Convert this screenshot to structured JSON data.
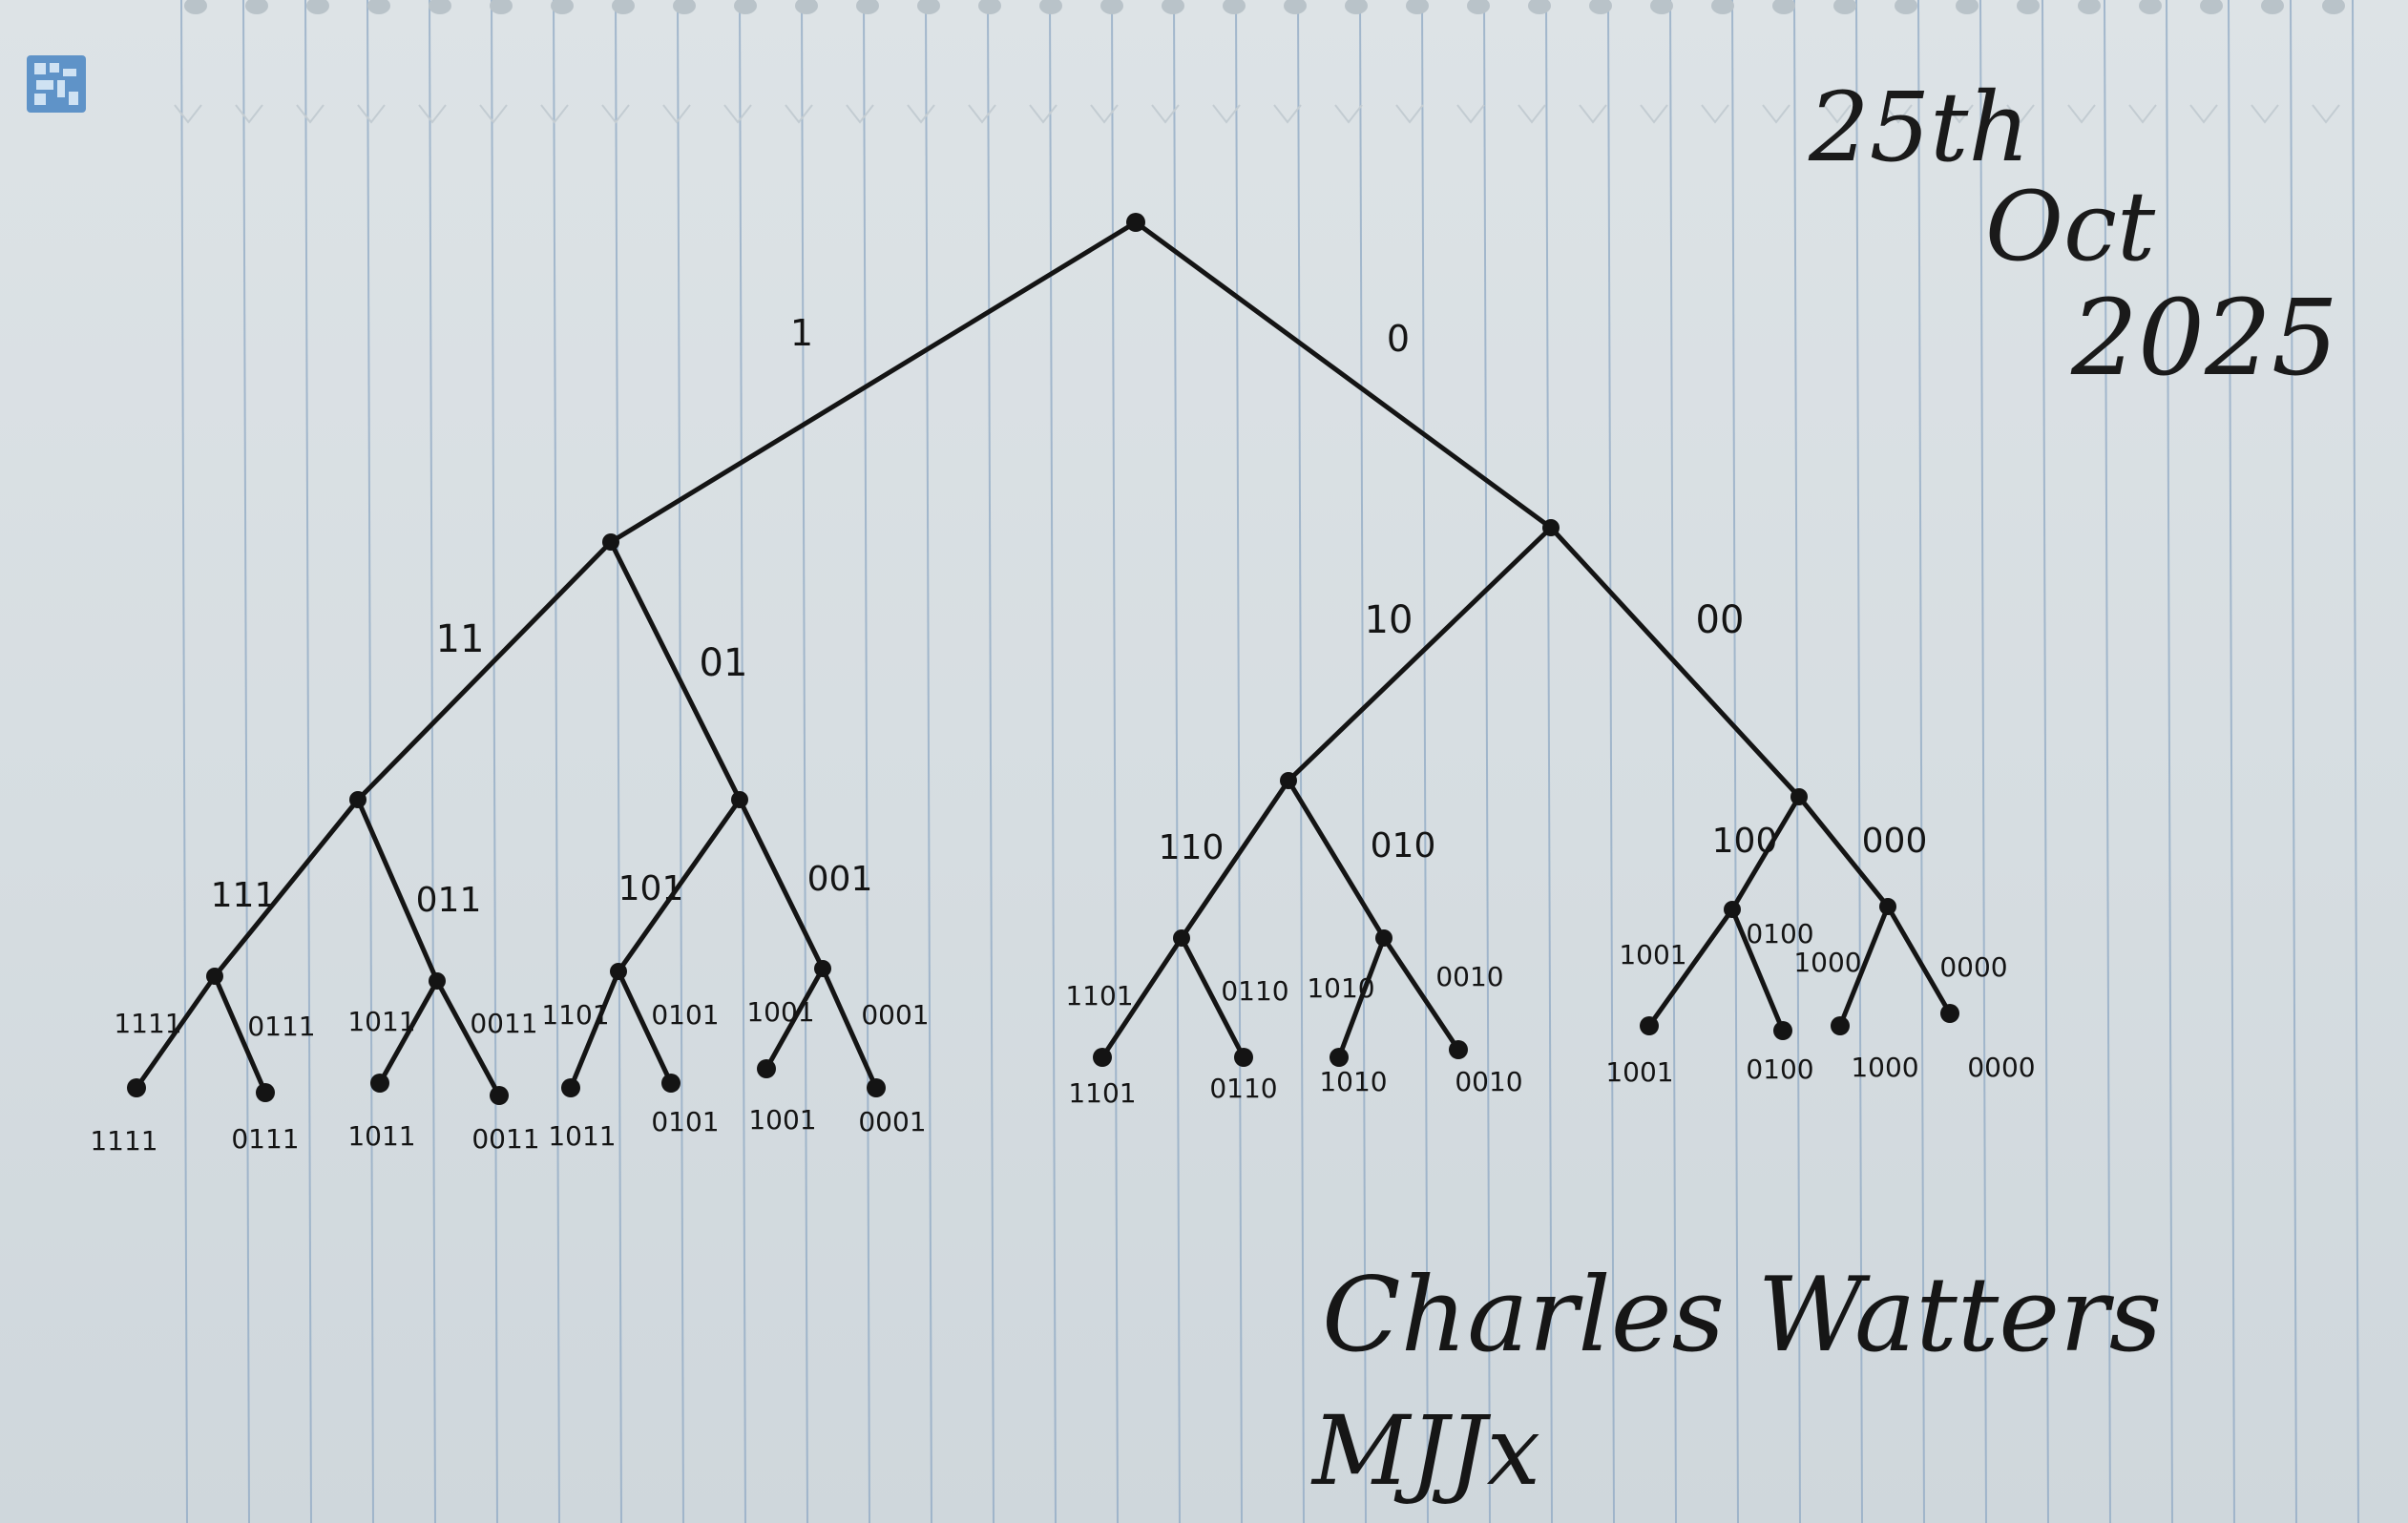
{
  "date": {
    "line1": "25th",
    "line2": "Oct",
    "line3": "2025"
  },
  "signature": {
    "name": "Charles Watters",
    "initials": "MJJx"
  },
  "tree": {
    "root_edge_labels": [
      "1",
      "0"
    ],
    "level2_labels": [
      "11",
      "01",
      "10",
      "00"
    ],
    "level3_labels": [
      "111",
      "011",
      "101",
      "001",
      "110",
      "010",
      "100",
      "000"
    ],
    "level4_edge_labels": [
      "1111",
      "0111",
      "1011",
      "0011",
      "1101",
      "0101",
      "1001",
      "0001",
      "1101",
      "0110",
      "1010",
      "0010",
      "1001",
      "0100",
      "1000",
      "0000"
    ],
    "leaf_labels": [
      "1111",
      "0111",
      "1011",
      "0011",
      "1011",
      "0101",
      "1001",
      "0001",
      "1101",
      "0110",
      "1010",
      "0010",
      "1001",
      "0100",
      "1000",
      "0000"
    ]
  },
  "colors": {
    "paper": "#d9e0e3",
    "rule_line": "#8fa9c4",
    "ink": "#141414"
  }
}
